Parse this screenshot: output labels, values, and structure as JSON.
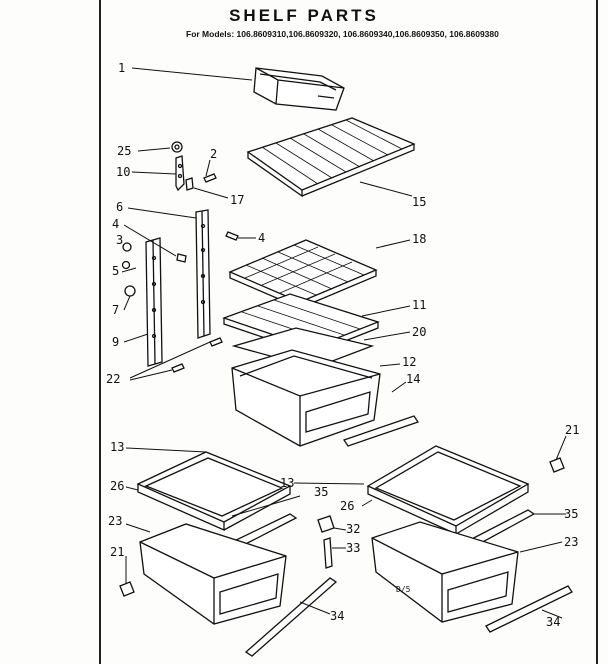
{
  "title": "SHELF PARTS",
  "subtitle": "For Models: 106.8609310,106.8609320, 106.8609340,106.8609350, 106.8609380",
  "stamp": "D/5",
  "callouts": {
    "c1": "1",
    "c25": "25",
    "c2": "2",
    "c10": "10",
    "c17": "17",
    "c15": "15",
    "c6": "6",
    "c4a": "4",
    "c4b": "4",
    "c3": "3",
    "c5": "5",
    "c18": "18",
    "c7": "7",
    "c11": "11",
    "c9": "9",
    "c20": "20",
    "c22": "22",
    "c12": "12",
    "c14": "14",
    "c13a": "13",
    "c13b": "13",
    "c21a": "21",
    "c26a": "26",
    "c35a": "35",
    "c26b": "26",
    "c35b": "35",
    "c23a": "23",
    "c32": "32",
    "c33": "33",
    "c23b": "23",
    "c21b": "21",
    "c34a": "34",
    "c34b": "34"
  }
}
